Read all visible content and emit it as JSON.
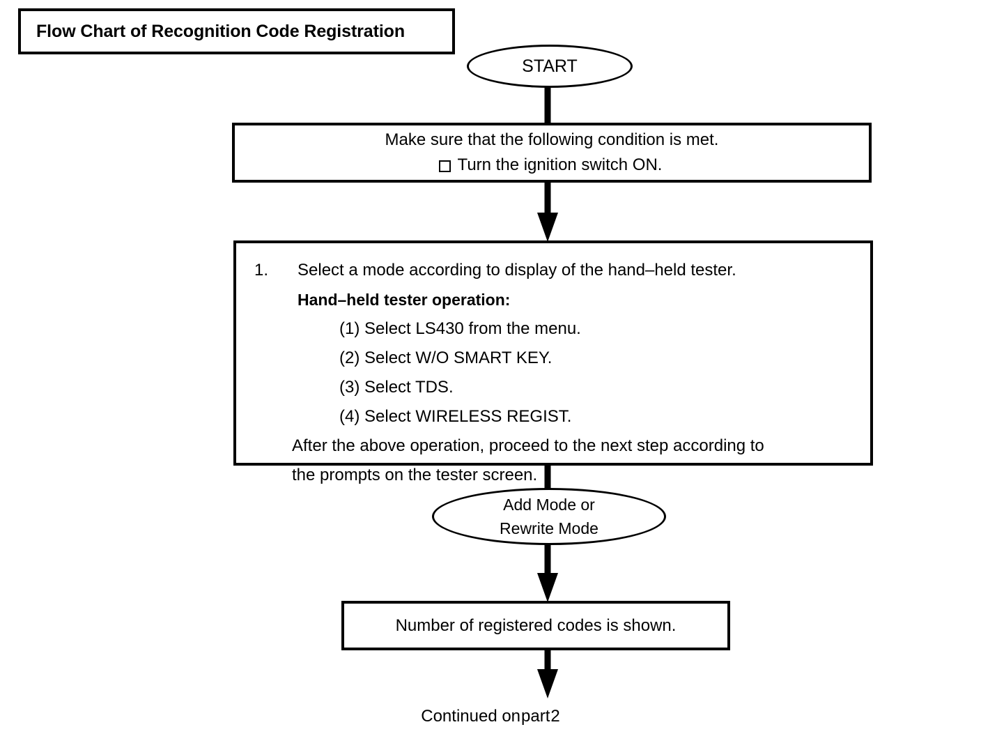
{
  "document": {
    "title": "Flow Chart of Recognition Code Registration"
  },
  "flowchart": {
    "type": "flowchart",
    "orientation": "top-to-bottom",
    "nodes": [
      {
        "id": "start",
        "shape": "oval",
        "lines": [
          "START"
        ]
      },
      {
        "id": "condition",
        "shape": "rectangle",
        "lines": [
          "Make sure that the following condition is met.",
          "Turn the ignition switch ON."
        ],
        "checkbox_line": 2,
        "checkbox_state": "unchecked"
      },
      {
        "id": "select-mode",
        "shape": "rectangle",
        "step_number": "1.",
        "step_text": "Select a mode according to display of the hand–held tester.",
        "sub_heading": "Hand–held tester operation:",
        "sub_items": [
          "(1) Select LS430 from the menu.",
          "(2) Select W/O SMART KEY.",
          "(3) Select TDS.",
          "(4) Select WIRELESS REGIST."
        ],
        "tail_lines": [
          "After the above operation, proceed to the next step according to",
          "the prompts on the tester screen."
        ]
      },
      {
        "id": "mode-choice",
        "shape": "oval",
        "lines": [
          "Add Mode or",
          "Rewrite Mode"
        ]
      },
      {
        "id": "codes-shown",
        "shape": "rectangle",
        "lines": [
          "Number of registered codes is shown."
        ]
      },
      {
        "id": "continued",
        "shape": "text",
        "lines": [
          "Continued on",
          "part",
          "2"
        ]
      }
    ],
    "edges": [
      {
        "from": "start",
        "to": "condition",
        "arrowhead": false
      },
      {
        "from": "condition",
        "to": "select-mode",
        "arrowhead": true
      },
      {
        "from": "select-mode",
        "to": "mode-choice",
        "arrowhead": false
      },
      {
        "from": "mode-choice",
        "to": "codes-shown",
        "arrowhead": true
      },
      {
        "from": "codes-shown",
        "to": "continued",
        "arrowhead": true
      }
    ],
    "colors": {
      "stroke": "#000000",
      "fill": "#ffffff"
    }
  }
}
